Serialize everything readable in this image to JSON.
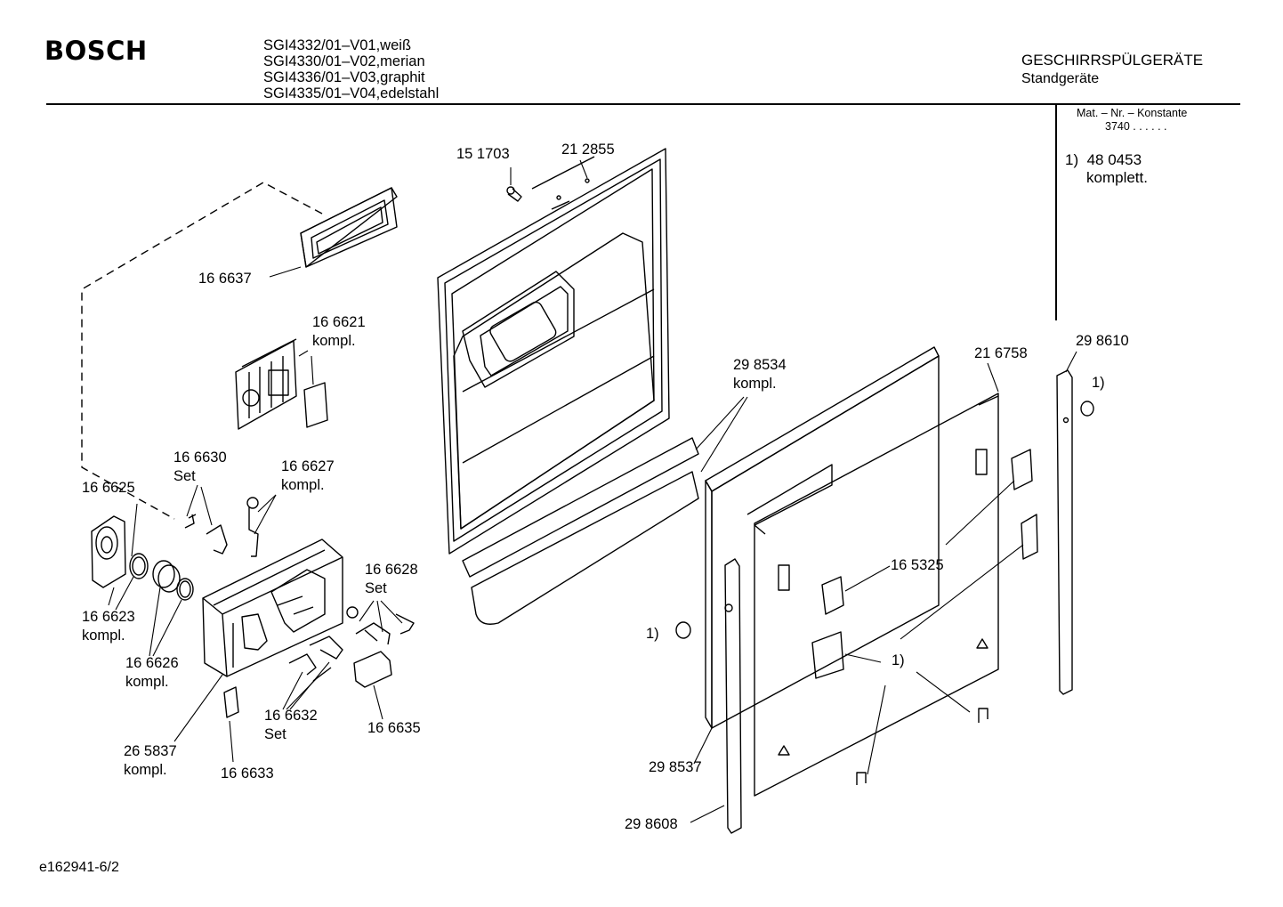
{
  "header": {
    "brand": "BOSCH",
    "models": [
      "SGI4332/01–V01,weiß",
      "SGI4330/01–V02,merian",
      "SGI4336/01–V03,graphit",
      "SGI4335/01–V04,edelstahl"
    ],
    "category": "GESCHIRRSPÜLGERÄTE",
    "subcategory": "Standgeräte"
  },
  "side_note": {
    "matnr_label": "Mat. – Nr. – Konstante",
    "matnr_value": "3740  .  .  .  .  .  .",
    "footnote_marker": "1)",
    "footnote_part": "48 0453",
    "footnote_text": "komplett."
  },
  "parts": {
    "p151703": "15 1703",
    "p212855": "21 2855",
    "p166637": "16 6637",
    "p166621": "16 6621",
    "p166621_note": "kompl.",
    "p166630": "16 6630",
    "p166630_note": "Set",
    "p166627": "16 6627",
    "p166627_note": "kompl.",
    "p166625": "16 6625",
    "p166628": "16 6628",
    "p166628_note": "Set",
    "p166623": "16 6623",
    "p166623_note": "kompl.",
    "p166626": "16 6626",
    "p166626_note": "kompl.",
    "p265837": "26 5837",
    "p265837_note": "kompl.",
    "p166633": "16 6633",
    "p166632": "16 6632",
    "p166632_note": "Set",
    "p166635": "16 6635",
    "p298534": "29 8534",
    "p298534_note": "kompl.",
    "p216758": "21 6758",
    "p298610": "29 8610",
    "p165325": "16 5325",
    "p298537": "29 8537",
    "p298608": "29 8608",
    "ref1": "1)"
  },
  "footer": {
    "drawing_id": "e162941-6/2"
  }
}
